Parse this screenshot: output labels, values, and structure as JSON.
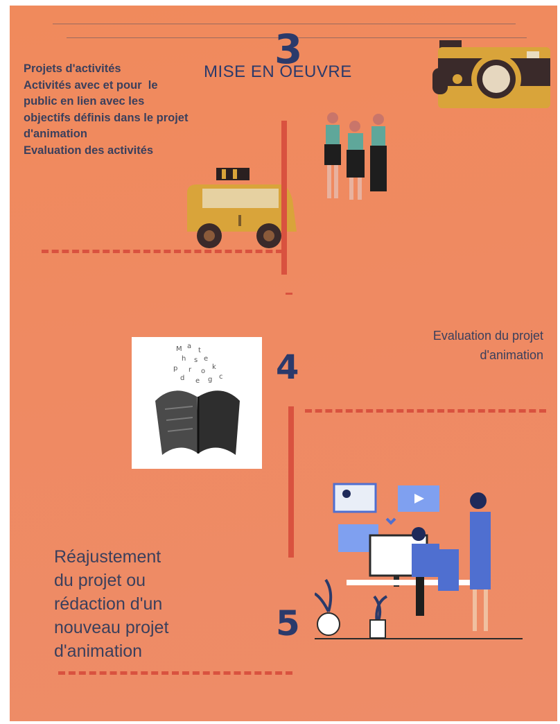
{
  "step3": {
    "number": "3",
    "title": "MISE EN OEUVRE",
    "lines": [
      "Projets d'activités",
      "Activités avec et pour  le",
      "public en lien avec les",
      "objectifs définis dans le projet",
      "d'animation",
      "Evaluation des activités"
    ]
  },
  "step4": {
    "number": "4",
    "lines": [
      "Evaluation du projet",
      "d'animation"
    ]
  },
  "step5": {
    "number": "5",
    "lines": [
      "Réajustement",
      "du projet ou",
      "rédaction d'un",
      "nouveau projet",
      "d'animation"
    ]
  },
  "icons": [
    "camera-icon",
    "van-icon",
    "three-women-illustration",
    "open-book-letters-image",
    "computer-work-illustration"
  ],
  "colors": {
    "background": "#ef8a62",
    "accent_line": "#d9523f",
    "number": "#2b3a6b",
    "text": "#3a3f5c"
  }
}
